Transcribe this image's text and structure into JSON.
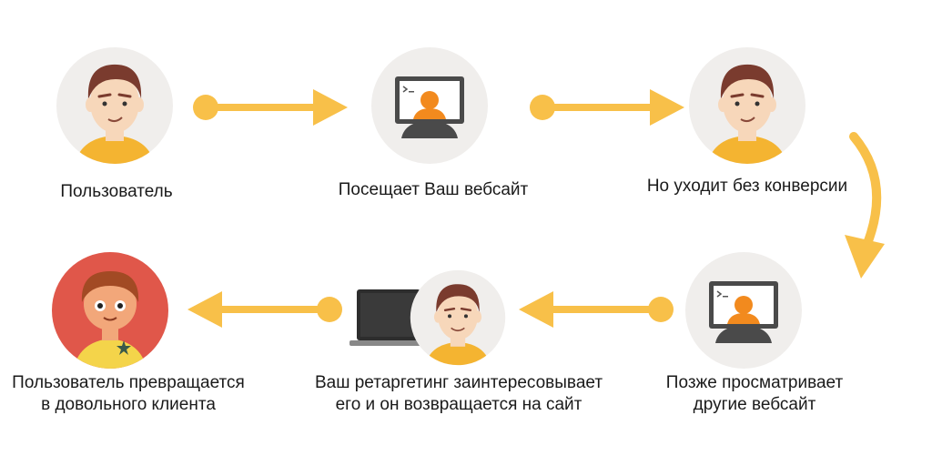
{
  "steps": [
    {
      "label_lines": [
        "Пользователь"
      ],
      "icon": "user-icon"
    },
    {
      "label_lines": [
        "Посещает Ваш вебсайт"
      ],
      "icon": "website-visitor-icon"
    },
    {
      "label_lines": [
        "Но уходит без конверсии"
      ],
      "icon": "user-icon"
    },
    {
      "label_lines": [
        "Позже просматривает",
        "другие вебсайт"
      ],
      "icon": "website-visitor-icon"
    },
    {
      "label_lines": [
        "Ваш ретаргетинг заинтересовывает",
        "его и он возвращается на сайт"
      ],
      "icon": "laptop-user-icon"
    },
    {
      "label_lines": [
        "Пользователь превращается",
        "в довольного клиента"
      ],
      "icon": "happy-customer-icon"
    }
  ],
  "colors": {
    "arrow": "#f8c049",
    "circle_bg": "#f0eeec",
    "skin": "#f7d7ba",
    "hair": "#7a3b2e",
    "shirt": "#f4b431",
    "customer_bg": "#e0574a",
    "customer_shirt": "#f4d44a",
    "monitor": "#4a4a4a",
    "person_orange": "#f28a1e"
  }
}
